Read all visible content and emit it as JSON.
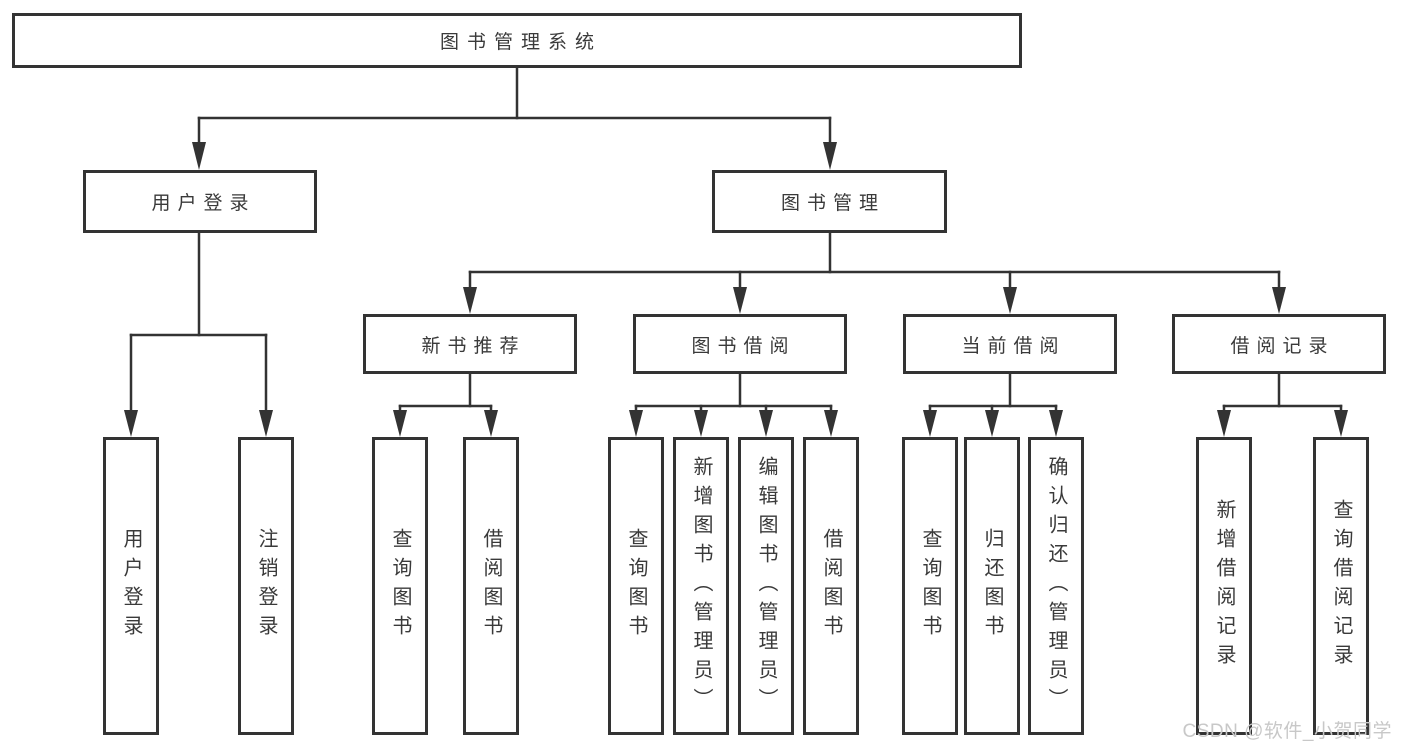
{
  "diagram": {
    "title": "图书管理系统",
    "tree": {
      "root": {
        "label": "图书管理系统",
        "children": [
          {
            "label": "用户登录",
            "children": [
              {
                "label": "用户登录"
              },
              {
                "label": "注销登录"
              }
            ]
          },
          {
            "label": "图书管理",
            "children": [
              {
                "label": "新书推荐",
                "children": [
                  {
                    "label": "查询图书"
                  },
                  {
                    "label": "借阅图书"
                  }
                ]
              },
              {
                "label": "图书借阅",
                "children": [
                  {
                    "label": "查询图书"
                  },
                  {
                    "label": "新增图书（管理员）"
                  },
                  {
                    "label": "编辑图书（管理员）"
                  },
                  {
                    "label": "借阅图书"
                  }
                ]
              },
              {
                "label": "当前借阅",
                "children": [
                  {
                    "label": "查询图书"
                  },
                  {
                    "label": "归还图书"
                  },
                  {
                    "label": "确认归还（管理员）"
                  }
                ]
              },
              {
                "label": "借阅记录",
                "children": [
                  {
                    "label": "新增借阅记录"
                  },
                  {
                    "label": "查询借阅记录"
                  }
                ]
              }
            ]
          }
        ]
      }
    },
    "colors": {
      "line": "#333333",
      "box_border": "#333333",
      "box_background": "#ffffff",
      "text": "#3a3a3a",
      "watermark_text": "#c8c8c8",
      "page_background": "#ffffff"
    }
  },
  "watermark": {
    "text": "CSDN @软件_小贺同学"
  }
}
